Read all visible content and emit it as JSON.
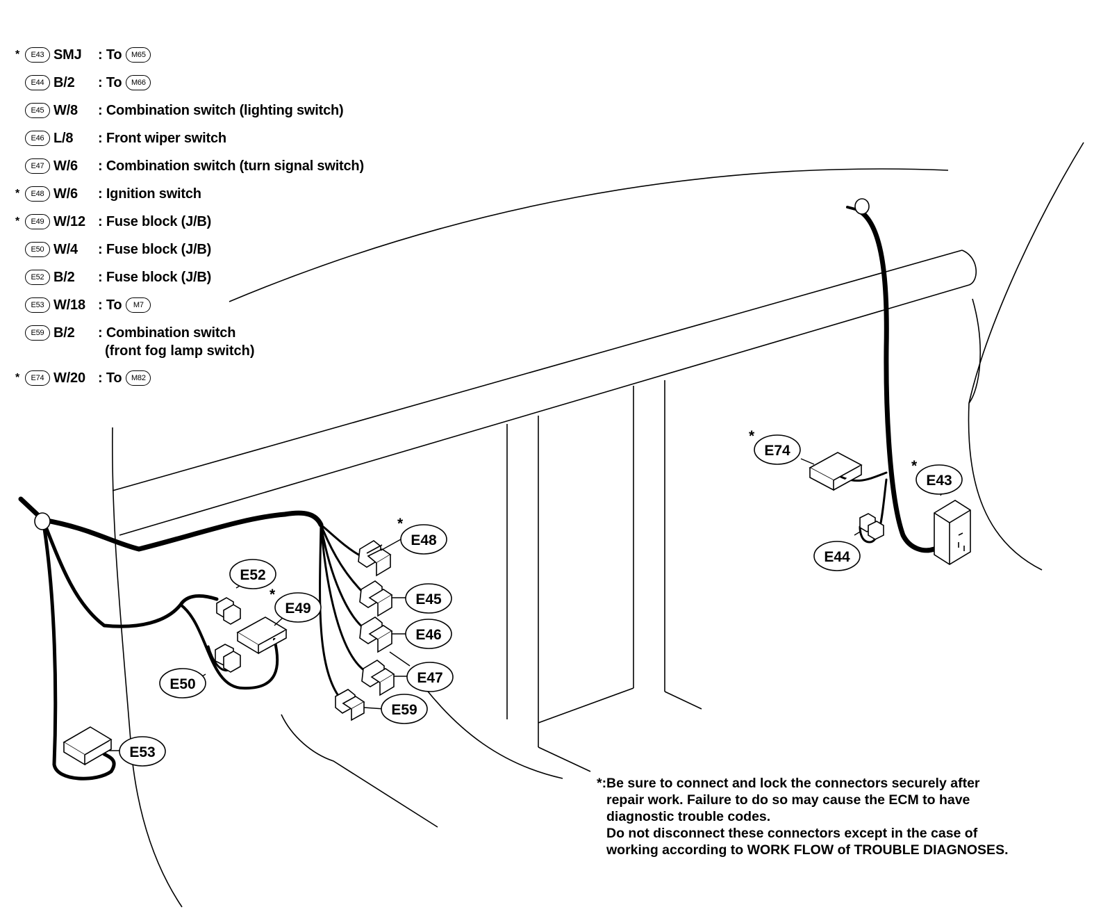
{
  "legend": [
    {
      "star": "*",
      "code": "E43",
      "spec": "SMJ",
      "desc": ": To",
      "to": "M65"
    },
    {
      "star": "",
      "code": "E44",
      "spec": "B/2",
      "desc": ": To",
      "to": "M66"
    },
    {
      "star": "",
      "code": "E45",
      "spec": "W/8",
      "desc": ": Combination switch (lighting switch)"
    },
    {
      "star": "",
      "code": "E46",
      "spec": "L/8",
      "desc": ": Front wiper switch"
    },
    {
      "star": "",
      "code": "E47",
      "spec": "W/6",
      "desc": ": Combination switch (turn signal switch)"
    },
    {
      "star": "*",
      "code": "E48",
      "spec": "W/6",
      "desc": ": Ignition switch"
    },
    {
      "star": "*",
      "code": "E49",
      "spec": "W/12",
      "desc": ": Fuse block (J/B)"
    },
    {
      "star": "",
      "code": "E50",
      "spec": "W/4",
      "desc": ": Fuse block (J/B)"
    },
    {
      "star": "",
      "code": "E52",
      "spec": "B/2",
      "desc": ": Fuse block (J/B)"
    },
    {
      "star": "",
      "code": "E53",
      "spec": "W/18",
      "desc": ": To",
      "to": "M7"
    },
    {
      "star": "",
      "code": "E59",
      "spec": "B/2",
      "desc": ": Combination switch",
      "desc2": "(front fog lamp switch)"
    },
    {
      "star": "*",
      "code": "E74",
      "spec": "W/20",
      "desc": ": To",
      "to": "M82"
    }
  ],
  "callouts": {
    "E43": "E43",
    "E44": "E44",
    "E45": "E45",
    "E46": "E46",
    "E47": "E47",
    "E48": "E48",
    "E49": "E49",
    "E50": "E50",
    "E52": "E52",
    "E53": "E53",
    "E59": "E59",
    "E74": "E74"
  },
  "asterisk": "*",
  "note": {
    "marker": "*:",
    "line1": "Be sure to connect and lock the connectors securely after",
    "line2": "repair work. Failure to do so may cause the ECM to have",
    "line3": "diagnostic trouble codes.",
    "line4": "Do not disconnect these connectors except in the case of",
    "line5": "working according to WORK FLOW of TROUBLE DIAGNOSES."
  }
}
